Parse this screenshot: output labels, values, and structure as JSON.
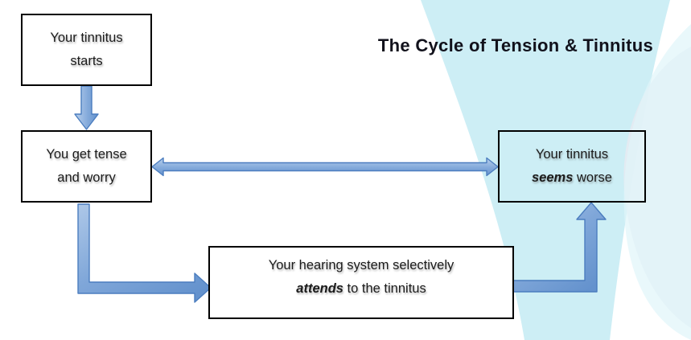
{
  "title": "The Cycle of Tension & Tinnitus",
  "boxes": {
    "start": {
      "line1": "Your tinnitus",
      "line2": "starts"
    },
    "tense": {
      "line1": "You get tense",
      "line2": "and worry"
    },
    "worse": {
      "line1": "Your tinnitus",
      "line2_emphasis": "seems",
      "line2_rest": " worse"
    },
    "attends": {
      "line1": "Your hearing system selectively",
      "line2_emphasis": "attends",
      "line2_rest": " to the tinnitus"
    }
  },
  "arrows": {
    "start_to_tense": "down-arrow",
    "tense_worse_double": "double-headed-horizontal-arrow",
    "tense_to_attends": "elbow-arrow-down-right",
    "attends_to_worse": "elbow-arrow-right-up"
  },
  "colors": {
    "arrow_fill_light": "#b9d0ec",
    "arrow_fill_dark": "#6492cd",
    "arrow_stroke": "#4b7dbf",
    "box_border": "#000000",
    "box_fill": "#ffffff",
    "title_color": "#12121c",
    "text_color": "#1b1b1b",
    "swirl_cyan": "#cdeef5",
    "swirl_pale_cyan": "#e0f5f9",
    "swirl_gray": "#e6eaf1"
  }
}
